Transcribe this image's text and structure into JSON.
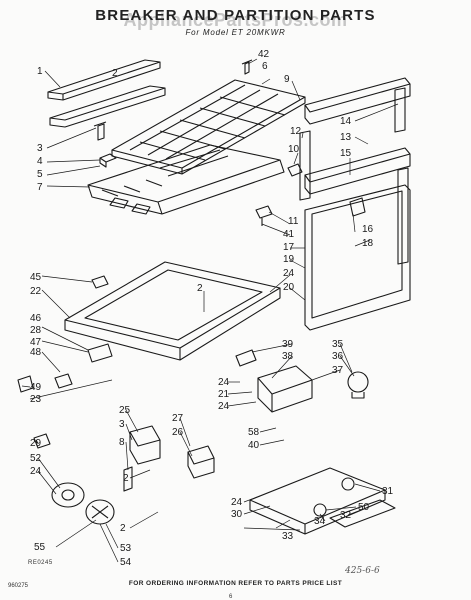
{
  "header": {
    "title": "BREAKER AND PARTITION PARTS",
    "watermark": "AppliancePartsPros.com",
    "subtitle": "For Model ET 20MKWR"
  },
  "footer": {
    "ordering_note": "FOR ORDERING INFORMATION REFER TO PARTS PRICE LIST",
    "doc_number": "960275",
    "page_number": "6",
    "ref_code": "RE0245",
    "handwritten_note": "425-6-6"
  },
  "callouts": [
    {
      "id": "1",
      "text": "1"
    },
    {
      "id": "2a",
      "text": "2"
    },
    {
      "id": "3",
      "text": "3"
    },
    {
      "id": "4",
      "text": "4"
    },
    {
      "id": "5",
      "text": "5"
    },
    {
      "id": "7",
      "text": "7"
    },
    {
      "id": "42",
      "text": "42"
    },
    {
      "id": "6",
      "text": "6"
    },
    {
      "id": "9",
      "text": "9"
    },
    {
      "id": "14",
      "text": "14"
    },
    {
      "id": "12",
      "text": "12"
    },
    {
      "id": "13",
      "text": "13"
    },
    {
      "id": "10",
      "text": "10"
    },
    {
      "id": "15",
      "text": "15"
    },
    {
      "id": "11",
      "text": "11"
    },
    {
      "id": "41",
      "text": "41"
    },
    {
      "id": "16",
      "text": "16"
    },
    {
      "id": "18",
      "text": "18"
    },
    {
      "id": "17",
      "text": "17"
    },
    {
      "id": "19",
      "text": "19"
    },
    {
      "id": "24a",
      "text": "24"
    },
    {
      "id": "20",
      "text": "20"
    },
    {
      "id": "45",
      "text": "45"
    },
    {
      "id": "22",
      "text": "22"
    },
    {
      "id": "2b",
      "text": "2"
    },
    {
      "id": "46",
      "text": "46"
    },
    {
      "id": "28",
      "text": "28"
    },
    {
      "id": "47",
      "text": "47"
    },
    {
      "id": "48",
      "text": "48"
    },
    {
      "id": "39",
      "text": "39"
    },
    {
      "id": "38",
      "text": "38"
    },
    {
      "id": "35",
      "text": "35"
    },
    {
      "id": "36",
      "text": "36"
    },
    {
      "id": "37",
      "text": "37"
    },
    {
      "id": "24b",
      "text": "24"
    },
    {
      "id": "21",
      "text": "21"
    },
    {
      "id": "24c",
      "text": "24"
    },
    {
      "id": "49",
      "text": "49"
    },
    {
      "id": "23",
      "text": "23"
    },
    {
      "id": "25",
      "text": "25"
    },
    {
      "id": "3b",
      "text": "3"
    },
    {
      "id": "27",
      "text": "27"
    },
    {
      "id": "26",
      "text": "26"
    },
    {
      "id": "58",
      "text": "58"
    },
    {
      "id": "40",
      "text": "40"
    },
    {
      "id": "29",
      "text": "29"
    },
    {
      "id": "8",
      "text": "8"
    },
    {
      "id": "52",
      "text": "52"
    },
    {
      "id": "24d",
      "text": "24"
    },
    {
      "id": "2c",
      "text": "2"
    },
    {
      "id": "31",
      "text": "31"
    },
    {
      "id": "24e",
      "text": "24"
    },
    {
      "id": "30",
      "text": "30"
    },
    {
      "id": "50",
      "text": "50"
    },
    {
      "id": "34",
      "text": "34"
    },
    {
      "id": "32",
      "text": "32"
    },
    {
      "id": "55",
      "text": "55"
    },
    {
      "id": "53",
      "text": "53"
    },
    {
      "id": "2d",
      "text": "2"
    },
    {
      "id": "33",
      "text": "33"
    },
    {
      "id": "54",
      "text": "54"
    }
  ]
}
